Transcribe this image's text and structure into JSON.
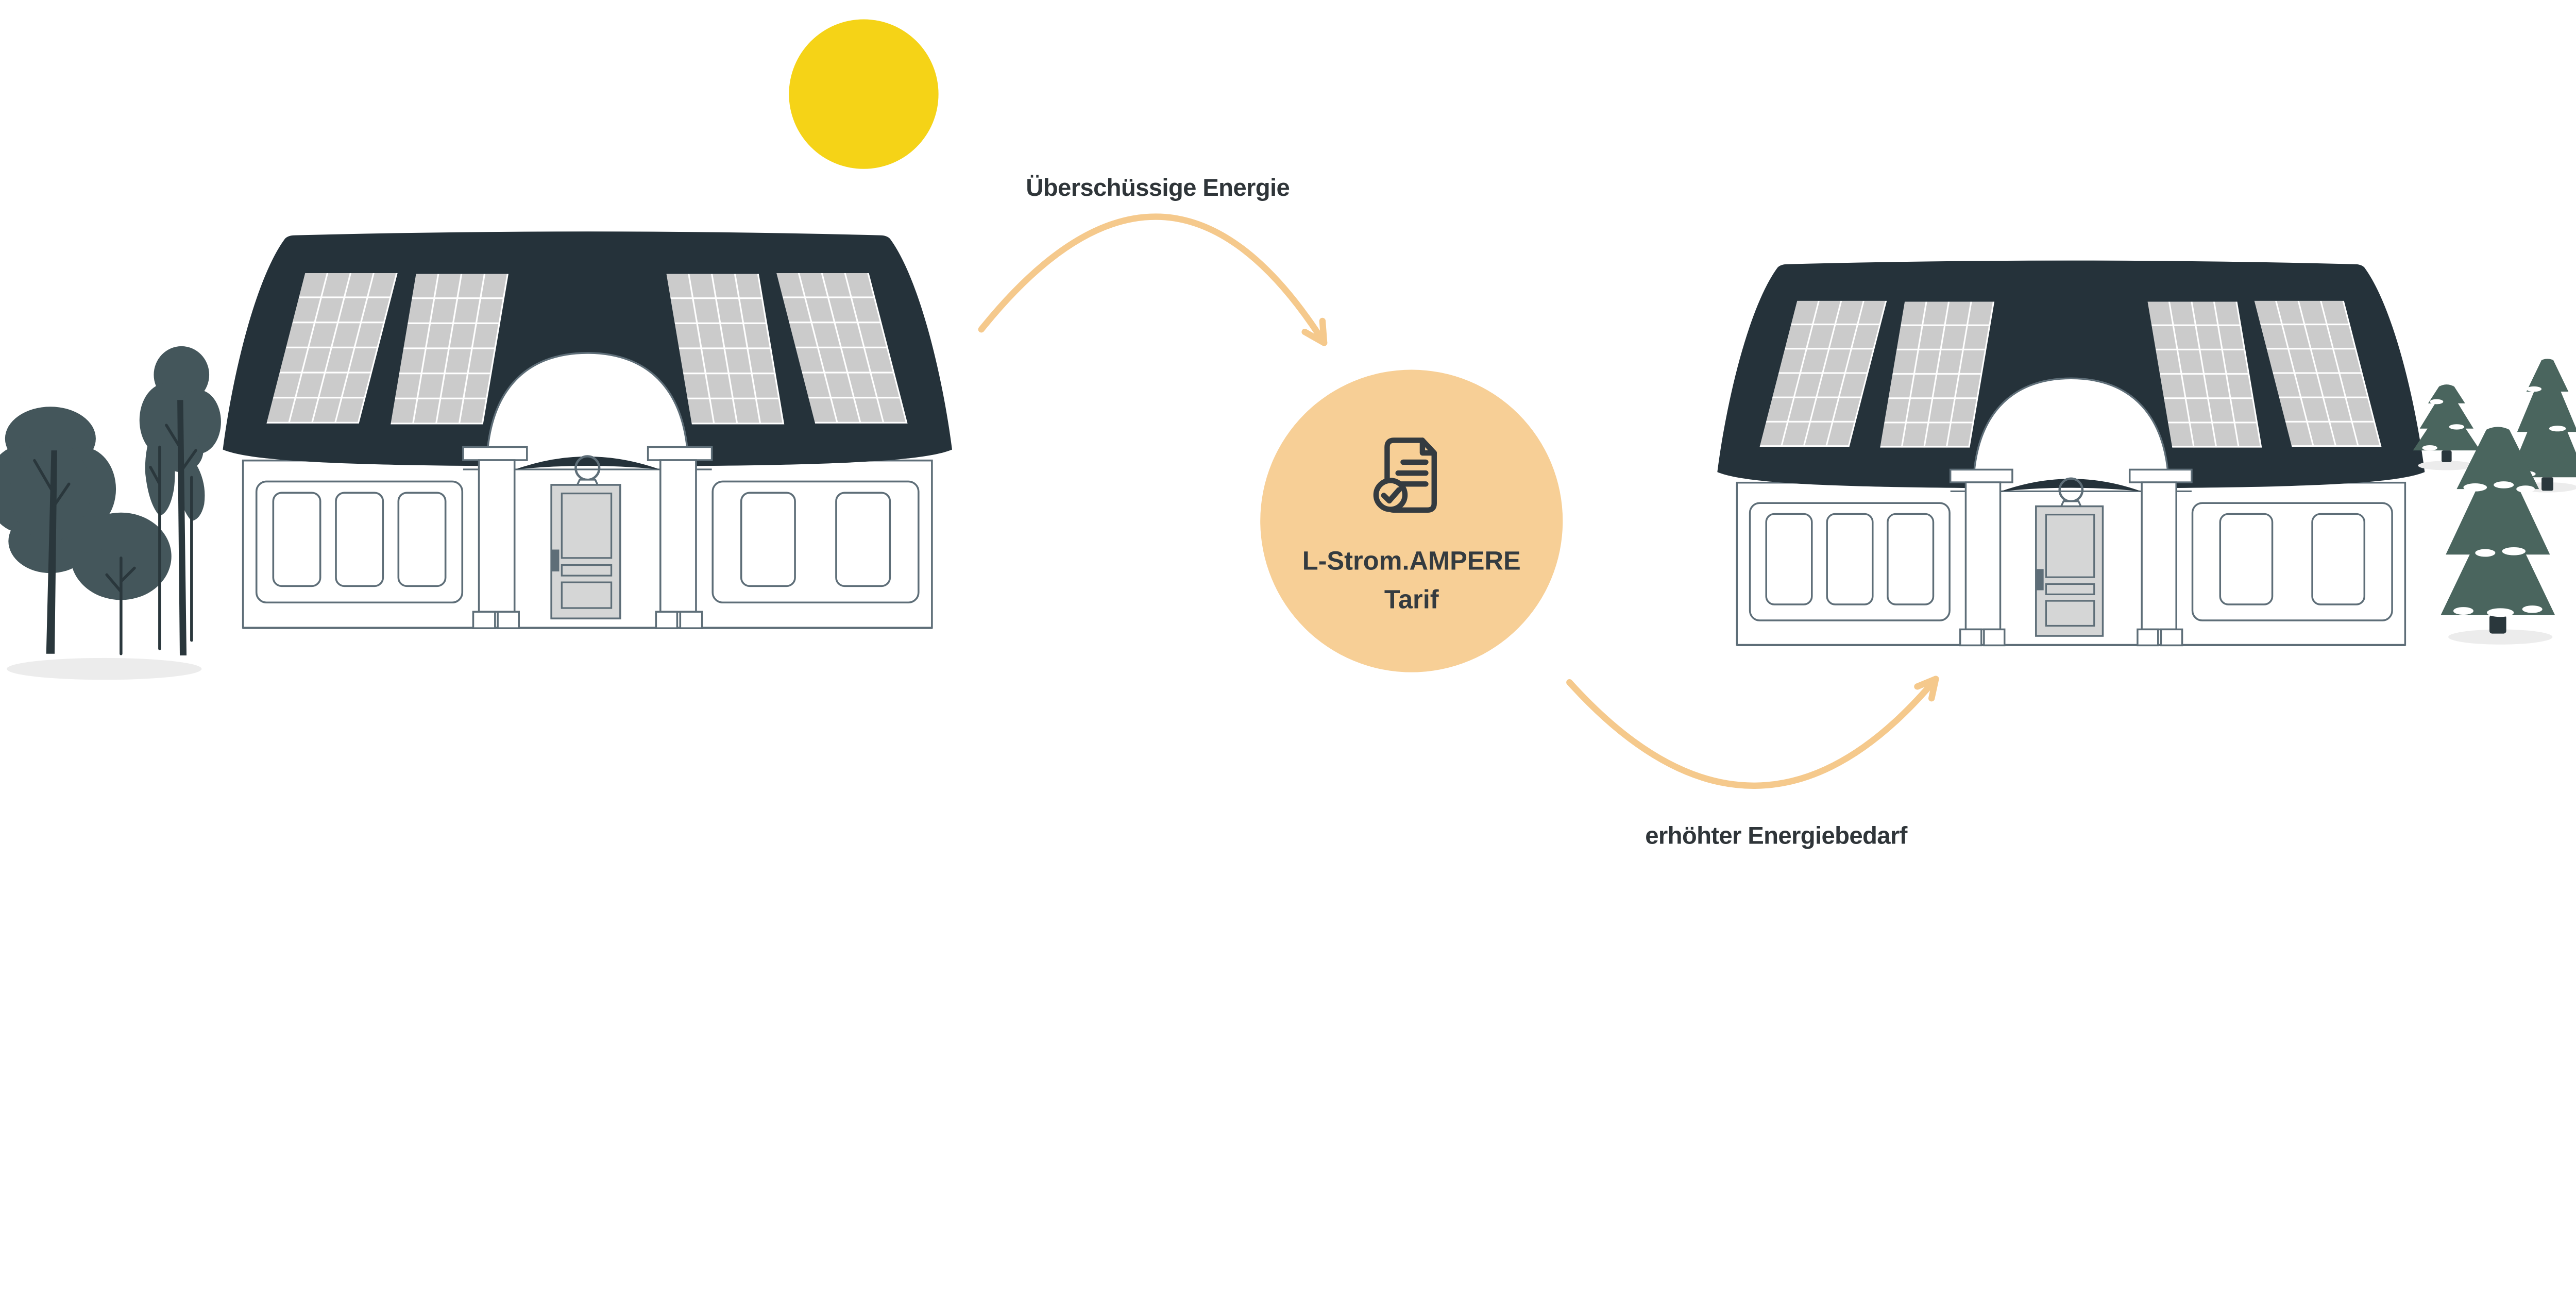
{
  "scene": {
    "flow_top_label": "Überschüssige Energie",
    "flow_bottom_label": "erhöhter Energiebedarf",
    "badge": {
      "line1": "L-Strom.AMPERE",
      "line2": "Tarif",
      "icon": "document-check-icon"
    },
    "houses": 2,
    "solar_panels_per_house": 4,
    "deciduous_trees": 5,
    "pine_trees": 3
  },
  "colors": {
    "sun": "#F5D317",
    "roof": "#25323A",
    "outline": "#5E6E78",
    "door": "#D5D6D6",
    "tree": "#44565B",
    "pine": "#4A655E",
    "trunk": "#2A373C",
    "shadow": "#ECECEC",
    "accent": "#F7CF96",
    "arrow": "#F5C98C",
    "text": "#2F3539",
    "icon": "#343B40"
  }
}
